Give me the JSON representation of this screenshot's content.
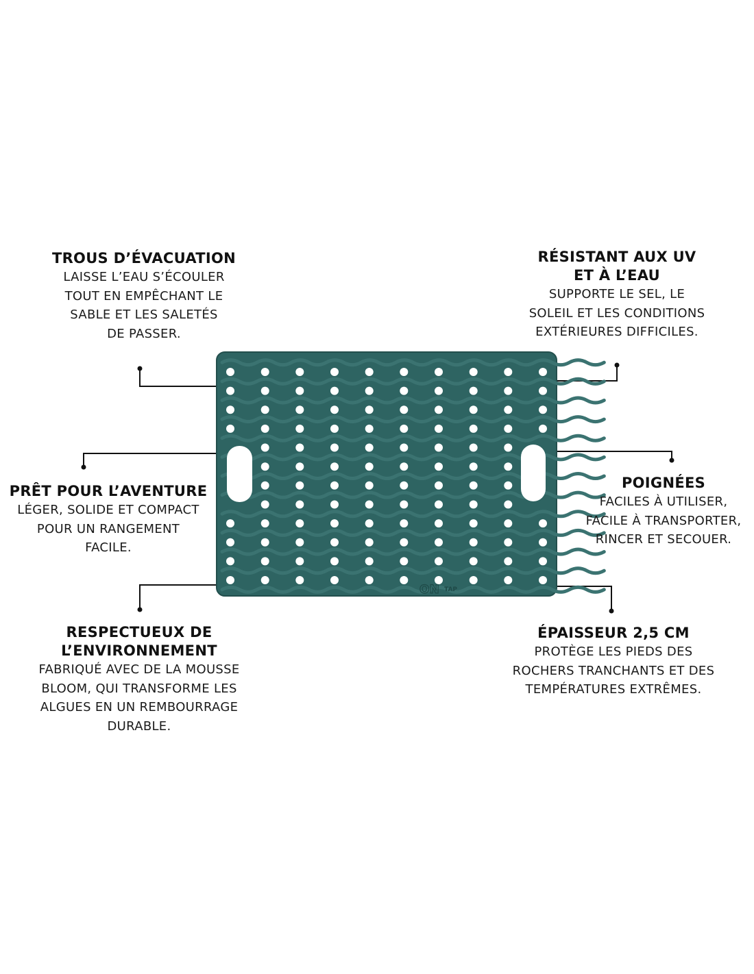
{
  "colors": {
    "mat": "#2e6462",
    "mat_edge": "#234f4d",
    "wave": "#3b7371",
    "hole": "#ffffff",
    "leader": "#111111",
    "text": "#111111"
  },
  "callouts": {
    "drain": {
      "title": [
        "TROUS D’ÉVACUATION"
      ],
      "body": [
        "LAISSE L’EAU S’ÉCOULER",
        "TOUT EN EMPÊCHANT LE",
        "SABLE ET LES SALETÉS",
        "DE PASSER."
      ]
    },
    "uv": {
      "title": [
        "RÉSISTANT AUX UV",
        "ET À L’EAU"
      ],
      "body": [
        "SUPPORTE LE SEL, LE",
        "SOLEIL ET LES CONDITIONS",
        "EXTÉRIEURES DIFFICILES."
      ]
    },
    "adventure": {
      "title": [
        "PRÊT POUR L’AVENTURE"
      ],
      "body": [
        "LÉGER, SOLIDE ET COMPACT",
        "POUR UN RANGEMENT",
        "FACILE."
      ]
    },
    "handles": {
      "title": [
        "POIGNÉES"
      ],
      "body": [
        "FACILES À UTILISER,",
        "FACILE À TRANSPORTER,",
        "RINCER ET SECOUER."
      ]
    },
    "eco": {
      "title": [
        "RESPECTUEUX DE",
        "L’ENVIRONNEMENT"
      ],
      "body": [
        "FABRIQUÉ AVEC DE LA MOUSSE",
        "BLOOM, QUI TRANSFORME LES",
        "ALGUES EN UN REMBOURRAGE",
        "DURABLE."
      ]
    },
    "thickness": {
      "title": [
        "ÉPAISSEUR 2,5 CM"
      ],
      "body": [
        "PROTÈGE LES PIEDS DES",
        "ROCHERS TRANCHANTS ET DES",
        "TEMPÉRATURES EXTRÊMES."
      ]
    }
  },
  "product": {
    "logo_text": "ON",
    "brand_text": "TAP"
  }
}
